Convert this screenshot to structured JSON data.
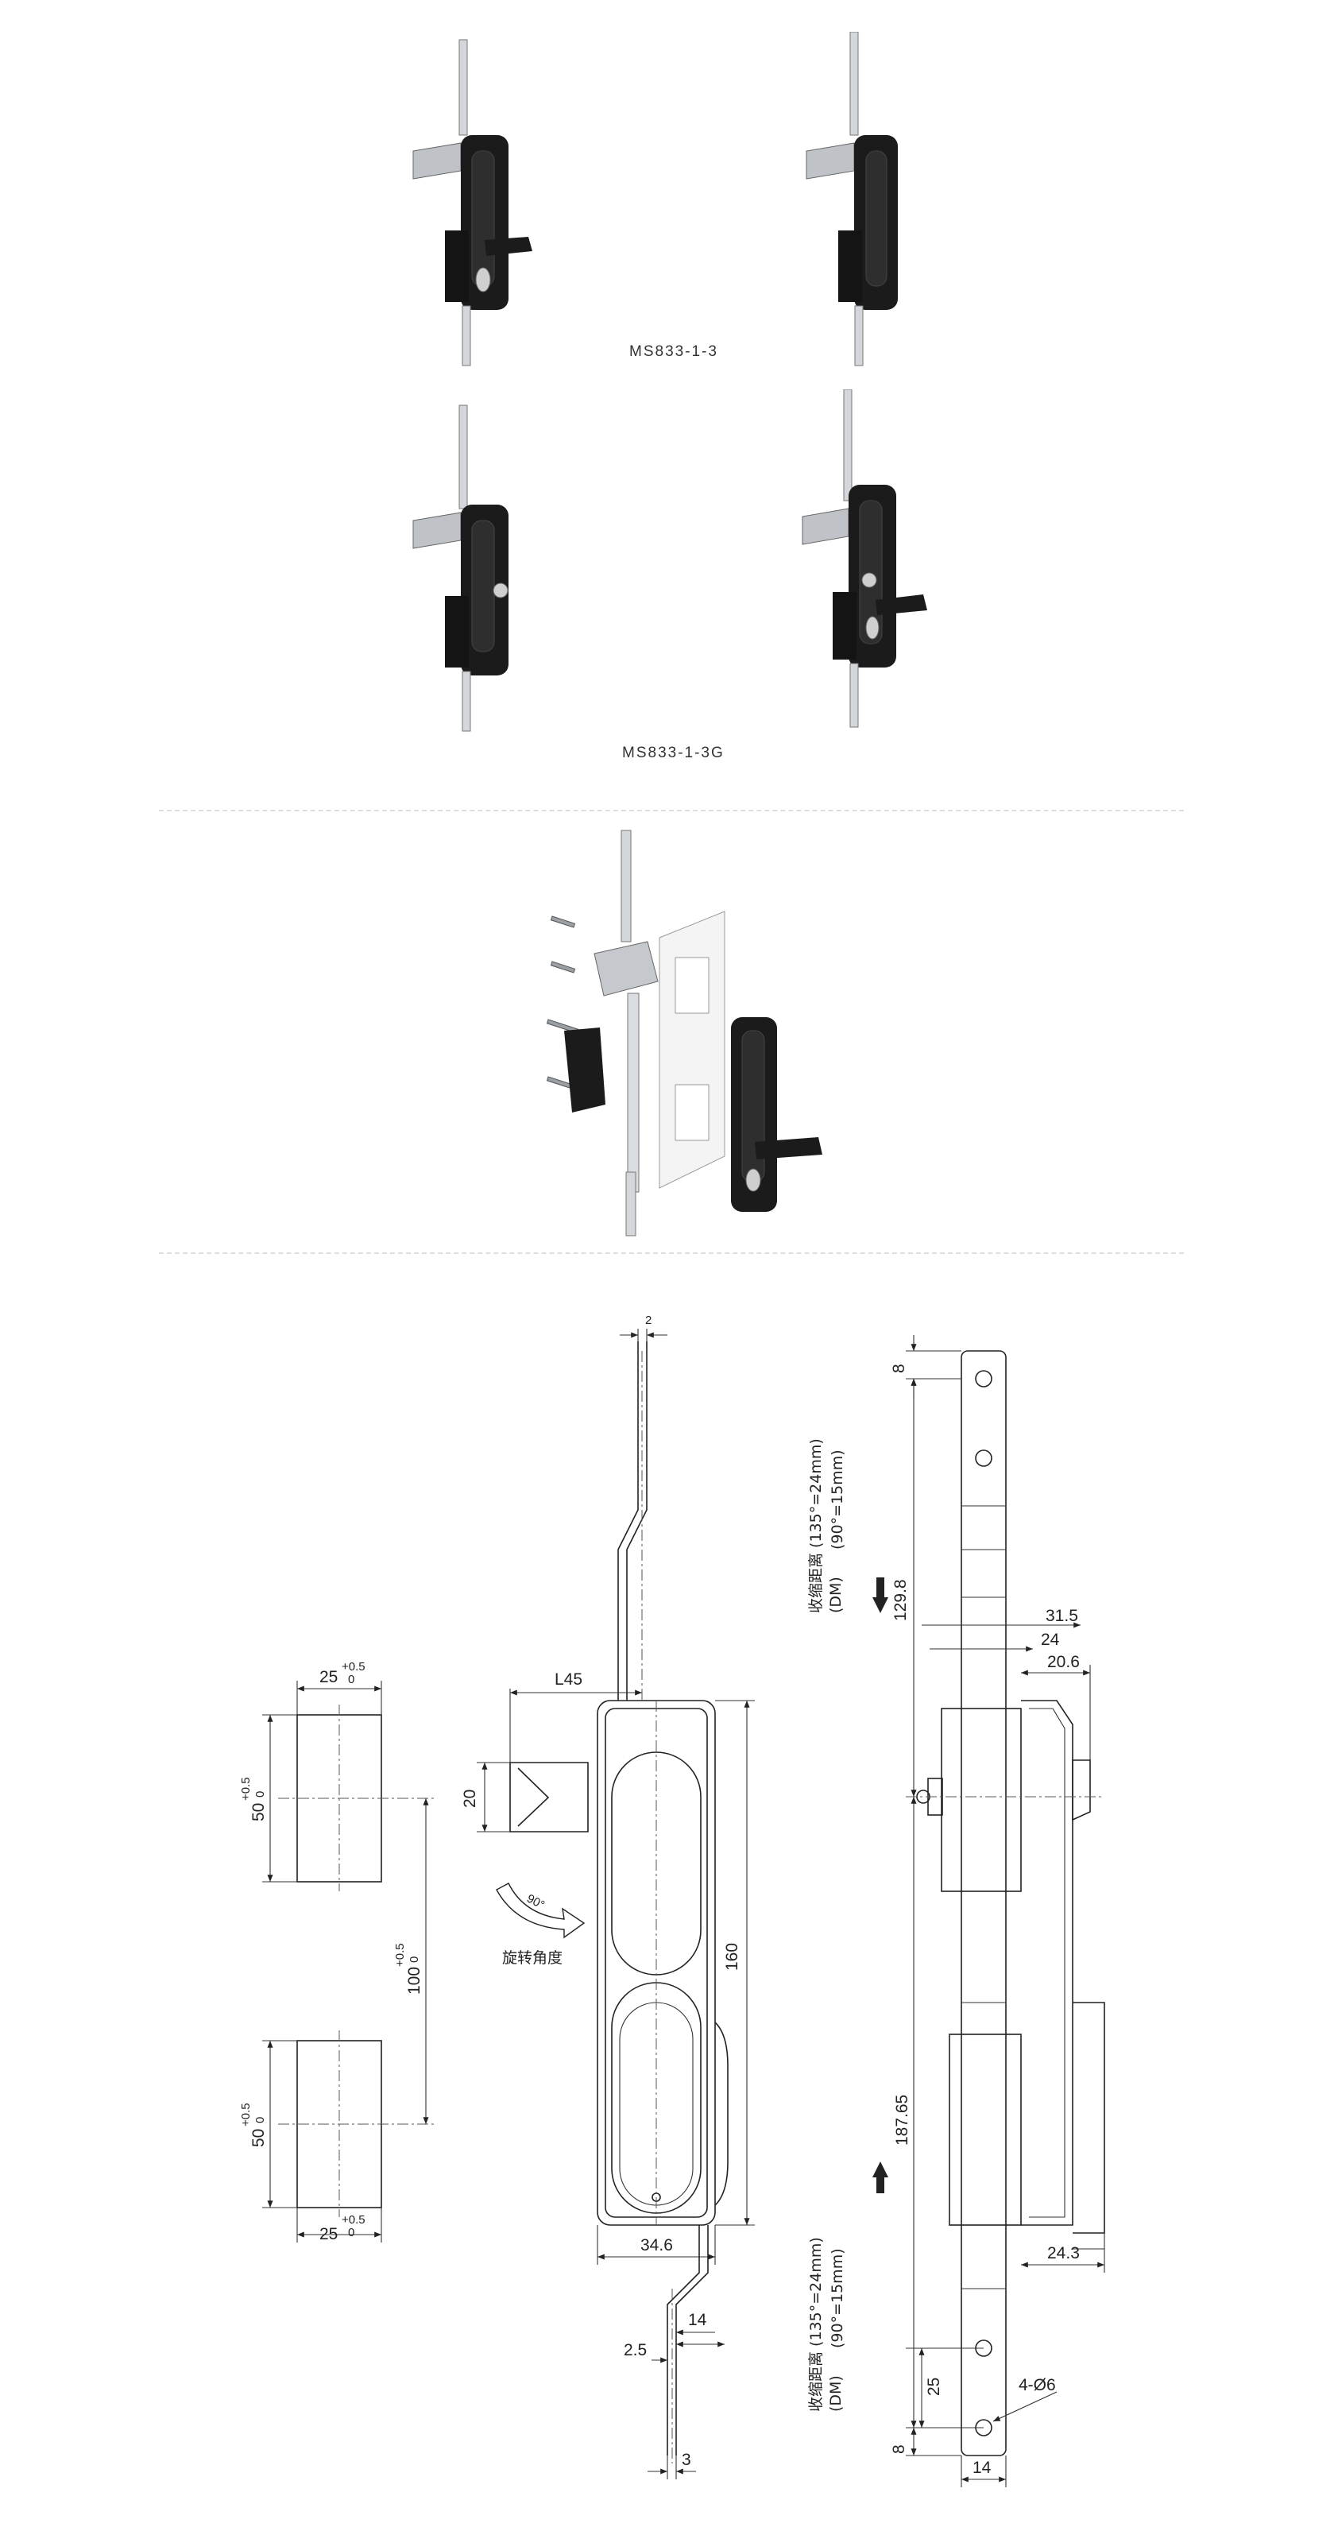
{
  "captions": {
    "model_1": "MS833-1-3",
    "model_2": "MS833-1-3G"
  },
  "drawing": {
    "cutout": {
      "width_top": "25",
      "width_top_tol_upper": "+0.5",
      "width_top_tol_lower": "0",
      "height_top": "50",
      "height_top_tol_upper": "+0.5",
      "height_top_tol_lower": "0",
      "spacing": "100",
      "spacing_tol_upper": "+0.5",
      "spacing_tol_lower": "0",
      "height_bottom": "50",
      "height_bottom_tol_upper": "+0.5",
      "height_bottom_tol_lower": "0",
      "width_bottom": "25",
      "width_bottom_tol_upper": "+0.5",
      "width_bottom_tol_lower": "0"
    },
    "front": {
      "rod_thickness": "2",
      "offset_label": "L45",
      "tongue_height": "20",
      "rotation_angle": "90°",
      "rotation_label": "旋转角度",
      "body_height": "160",
      "body_width": "34.6",
      "bottom_offset_a": "2.5",
      "bottom_offset_b": "14",
      "bottom_rod": "3"
    },
    "side": {
      "top_hole": "8",
      "travel_top": "129.8",
      "retract_title_top": "收缩距离 (135°=24mm)",
      "retract_sub_top": "(90°=15mm)",
      "retract_dm_top": "(DM)",
      "depth_a": "31.5",
      "depth_b": "24",
      "depth_c": "20.6",
      "travel_bottom": "187.65",
      "retract_title_bottom": "收缩距离 (135°=24mm)",
      "retract_sub_bottom": "(90°=15mm)",
      "retract_dm_bottom": "(DM)",
      "handle_depth": "24.3",
      "hole_pitch": "25",
      "holes": "4-Ø6",
      "bottom_hole": "8",
      "bar_width": "14"
    }
  },
  "colors": {
    "product_black": "#1b1b1b",
    "metal": "#c9ccd0",
    "separator": "#dddddd"
  }
}
